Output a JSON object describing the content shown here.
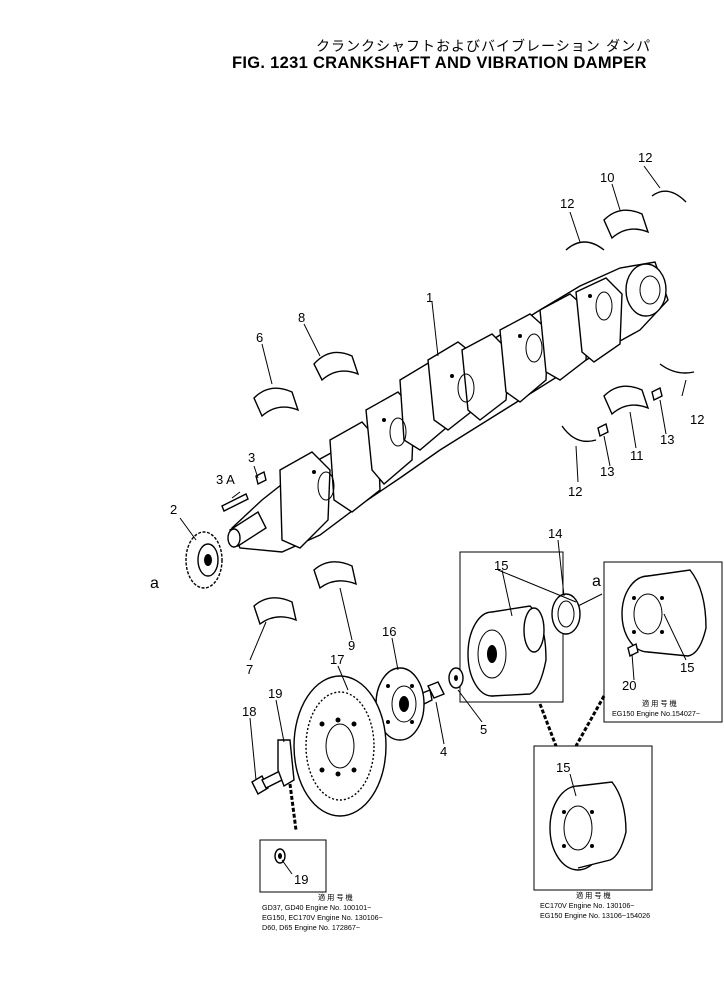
{
  "header": {
    "title_jp": "クランクシャフトおよびバイブレーション ダンパ",
    "title_en": "FIG. 1231 CRANKSHAFT AND VIBRATION DAMPER"
  },
  "callouts": {
    "p1": "1",
    "p2": "2",
    "p3": "3",
    "p3a": "3 A",
    "p4": "4",
    "p5": "5",
    "p6": "6",
    "p7": "7",
    "p8": "8",
    "p9": "9",
    "p10": "10",
    "p11": "11",
    "p12a": "12",
    "p12b": "12",
    "p12c": "12",
    "p12d": "12",
    "p13a": "13",
    "p13b": "13",
    "p14": "14",
    "p15a": "15",
    "p15b": "15",
    "p15c": "15",
    "p16": "16",
    "p17": "17",
    "p18": "18",
    "p19a": "19",
    "p19b": "19",
    "p20": "20",
    "ref_a1": "a",
    "ref_a2": "a"
  },
  "inset_notes": {
    "box_19": {
      "header": "適 用 号 機",
      "lines": [
        "GD37, GD40 Engine No. 100101~",
        "EG150, EC170V Engine No. 130106~",
        "D60, D65 Engine No. 172867~"
      ]
    },
    "box_15_lower": {
      "header": "適 用 号 機",
      "lines": [
        "EC170V Engine No. 130106~",
        "EG150 Engine No. 13106~154026"
      ]
    },
    "box_15_right": {
      "header": "適 用 号 機",
      "lines": [
        "EG150 Engine No.154027~"
      ]
    }
  }
}
